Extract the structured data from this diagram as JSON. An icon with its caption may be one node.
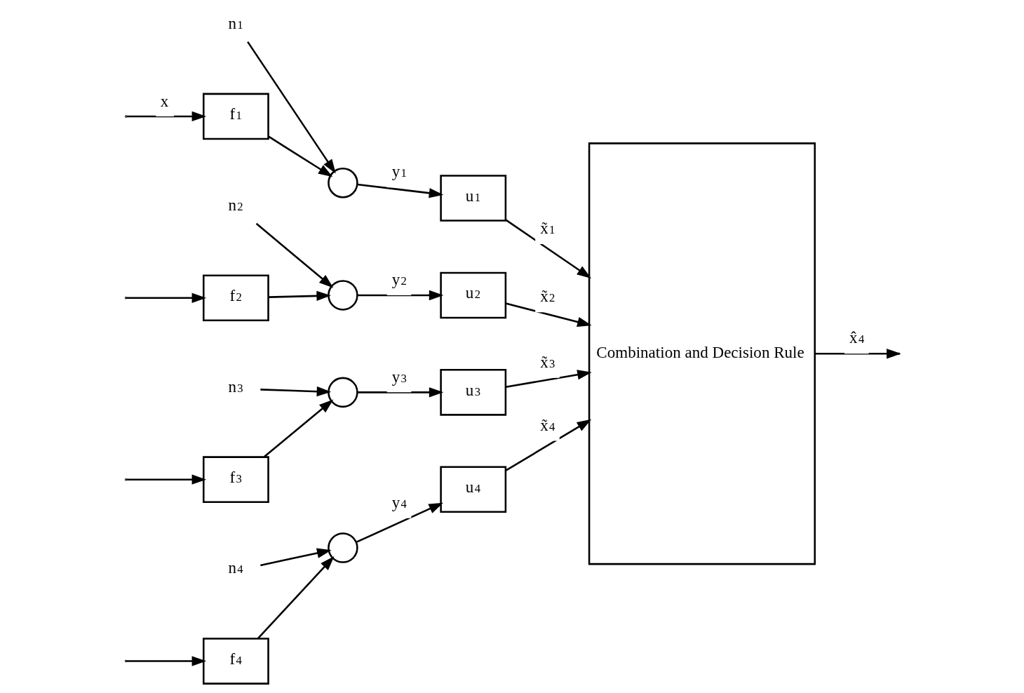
{
  "diagram": {
    "nodes": [
      {
        "text": [
          "f$_{1}$"
        ]
      },
      {
        "text": [
          "f$_{2}$"
        ]
      },
      {
        "text": [
          "f$_{3}$"
        ]
      },
      {
        "text": [
          "f$_{4}$"
        ]
      },
      {
        "text": [
          "n$_{1}$"
        ]
      },
      {
        "text": [
          "n$_{2}$"
        ]
      },
      {
        "text": [
          "n$_{3}$"
        ]
      },
      {
        "text": [
          "n$_{4}$"
        ]
      },
      {
        "text": [],
        "shape": "circle"
      },
      {
        "text": [],
        "shape": "circle"
      },
      {
        "text": [],
        "shape": "circle"
      },
      {
        "text": [],
        "shape": "circle"
      },
      {
        "text": [
          "u$_{1}$"
        ]
      },
      {
        "text": [
          "u$_{2}$"
        ]
      },
      {
        "text": [
          "u$_{3}$"
        ]
      },
      {
        "text": [
          "u$_{4}$"
        ]
      },
      {
        "text": [
          "Combination and Decision Rule"
        ]
      }
    ],
    "edges": [
      {
        "from": null,
        "to": 0,
        "arrow": "to",
        "label": "x"
      },
      {
        "from": null,
        "to": 1,
        "arrow": "to"
      },
      {
        "from": null,
        "to": 2,
        "arrow": "to"
      },
      {
        "from": null,
        "to": 3,
        "arrow": "to"
      },
      {
        "from": 0,
        "to": 8,
        "arrow": "to"
      },
      {
        "from": 4,
        "to": 8,
        "arrow": "to"
      },
      {
        "from": 8,
        "to": 12,
        "arrow": "to",
        "label": "y$_{1}$"
      },
      {
        "from": 12,
        "to": 16,
        "arrow": "to",
        "label": "x̃$_{1}$"
      },
      {
        "from": 1,
        "to": 9,
        "arrow": "to"
      },
      {
        "from": 5,
        "to": 9,
        "arrow": "to"
      },
      {
        "from": 9,
        "to": 13,
        "arrow": "to",
        "label": "y$_{2}$"
      },
      {
        "from": 13,
        "to": 16,
        "arrow": "to",
        "label": "x̃$_{2}$"
      },
      {
        "from": 2,
        "to": 10,
        "arrow": "to"
      },
      {
        "from": 6,
        "to": 10,
        "arrow": "to"
      },
      {
        "from": 10,
        "to": 14,
        "arrow": "to",
        "label": "y$_{3}$"
      },
      {
        "from": 14,
        "to": 16,
        "arrow": "to",
        "label": "x̃$_{3}$"
      },
      {
        "from": 3,
        "to": 11,
        "arrow": "to"
      },
      {
        "from": 7,
        "to": 11,
        "arrow": "to"
      },
      {
        "from": 11,
        "to": 15,
        "arrow": "to",
        "label": "y$_{4}$"
      },
      {
        "from": 15,
        "to": 16,
        "arrow": "to",
        "label": "x̃$_{4}$"
      },
      {
        "from": 16,
        "to": null,
        "arrow": "to",
        "label": "x̂$_{4}$"
      }
    ]
  }
}
